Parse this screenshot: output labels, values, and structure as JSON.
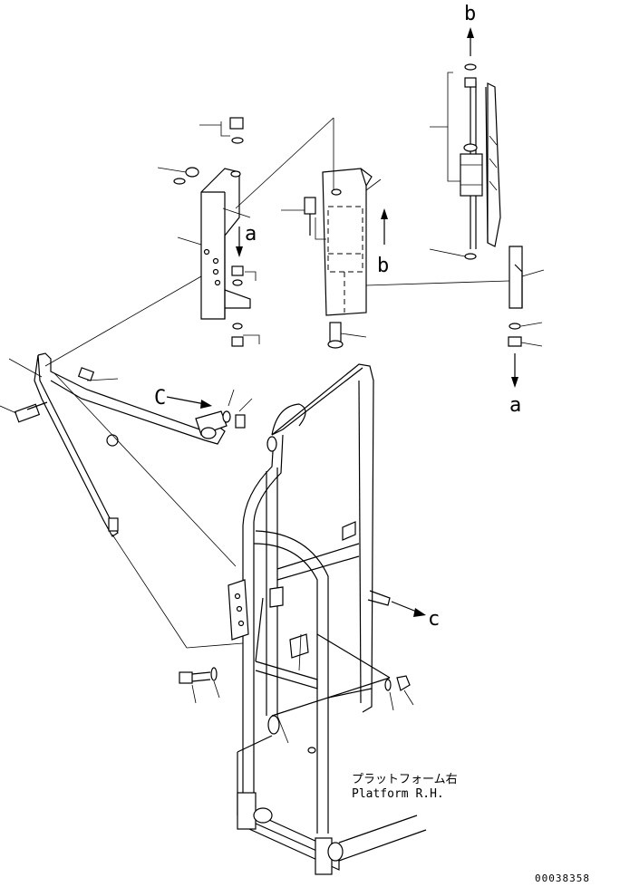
{
  "labels": {
    "arrow_b_top": "b",
    "arrow_b_mid": "b",
    "arrow_a_left": "a",
    "arrow_a_right": "a",
    "arrow_c_left": "C",
    "arrow_c_right": "c"
  },
  "caption": {
    "japanese": "プラットフォーム右",
    "english": "Platform R.H."
  },
  "drawing_number": "00038358"
}
